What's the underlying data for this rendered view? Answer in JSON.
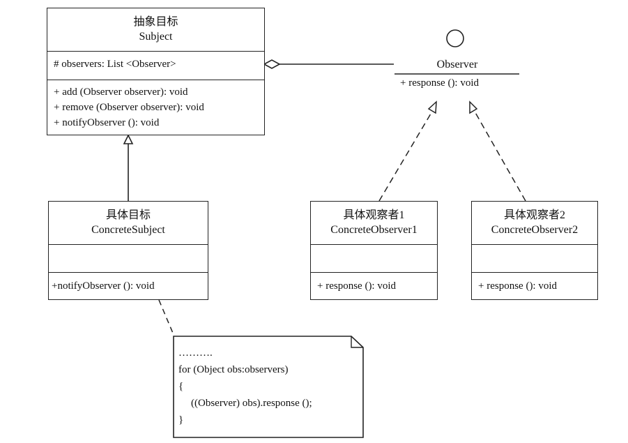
{
  "subject": {
    "title_cn": "抽象目标",
    "title_en": "Subject",
    "attribute": "# observers: List <Observer>",
    "methods": [
      "+ add (Observer observer): void",
      "+ remove (Observer observer): void",
      "+ notifyObserver (): void"
    ]
  },
  "observer": {
    "name": "Observer",
    "method": "+ response (): void"
  },
  "concrete_subject": {
    "title_cn": "具体目标",
    "title_en": "ConcreteSubject",
    "method": "+notifyObserver (): void"
  },
  "concrete_observer1": {
    "title_cn": "具体观察者1",
    "title_en": "ConcreteObserver1",
    "method": "+ response (): void"
  },
  "concrete_observer2": {
    "title_cn": "具体观察者2",
    "title_en": "ConcreteObserver2",
    "method": "+ response (): void"
  },
  "note": {
    "lines": [
      "……….",
      "for (Object obs:observers)",
      "{",
      "((Observer) obs).response ();",
      "}"
    ]
  }
}
